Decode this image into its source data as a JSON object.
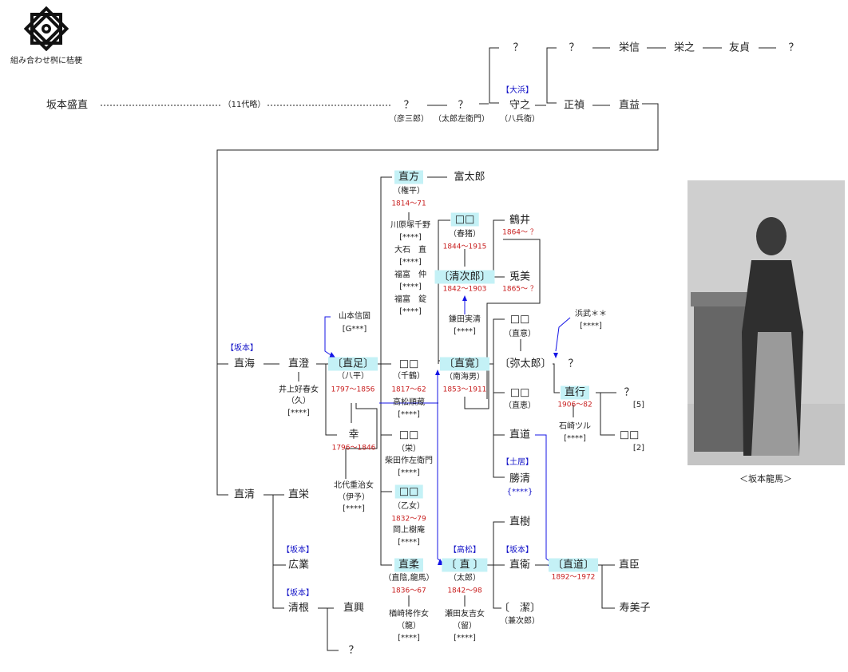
{
  "crest": {
    "label": "組み合わせ桝に桔梗"
  },
  "photo": {
    "caption": "＜坂本龍馬＞"
  },
  "nodes": {
    "morinao": "坂本盛直",
    "omit": "（11代略）",
    "q1": "？",
    "q1s": "（彦三郎）",
    "q2": "？",
    "q2s": "（太郎左衛門）",
    "ohama": "【大浜】",
    "moriyuki": "守之",
    "moriyukis": "（八兵衛）",
    "qt1": "？",
    "qt2": "？",
    "hidenobu": "栄信",
    "hideyuki": "栄之",
    "tomosada": "友貞",
    "qt3": "？",
    "masanori": "正禎",
    "naomasu": "直益",
    "sakamoto1": "【坂本】",
    "naomi": "直海",
    "naozumi": "直澄",
    "inoue": "井上好春女",
    "inoue2": "（久）",
    "inoue3": "[****]",
    "yamamoto": "山本信固",
    "yamamoto2": "[G***]",
    "naotari": "〔直足〕",
    "hachihei": "（八平）",
    "naotari_y": "1797〜1856",
    "kou": "幸",
    "kou_y": "1796〜1846",
    "kitadai": "北代重治女",
    "kitadai2": "（伊予）",
    "kitadai3": "[****]",
    "naokiyo": "直清",
    "naohide": "直栄",
    "sakamoto2": "【坂本】",
    "hirogyo": "広業",
    "sakamoto3": "【坂本】",
    "kiyone": "清根",
    "naooki": "直興",
    "q4": "？",
    "naokata": "直方",
    "naokata2": "（権平）",
    "naokata_y": "1814〜71",
    "tomitaro": "富太郎",
    "kawahara": "川原塚千野",
    "kawahara2": "[****]",
    "ooishi": "大石　直",
    "ooishi2": "[****]",
    "fukutomi1": "福富　仲",
    "fukutomi1b": "[****]",
    "fukutomi2": "福富　錠",
    "fukutomi2b": "[****]",
    "c1": "□□",
    "c1s": "（千鶴）",
    "c1_y": "1817〜62",
    "takamatsu": "高松順蔵",
    "takamatsu2": "[****]",
    "c2": "□□",
    "c2s": "（栄）",
    "shibata": "柴田作左衛門",
    "shibata2": "[****]",
    "c3": "□□",
    "c3s": "（乙女）",
    "c3_y": "1832〜79",
    "okanoue": "岡上樹庵",
    "okanoue2": "[****]",
    "naoyasu": "直柔",
    "ryoma": "（直陰,龍馬）",
    "ryoma_y": "1836〜67",
    "narasaki": "楢崎将作女",
    "narasaki2": "（龍）",
    "narasaki3": "[****]",
    "haruo": "□□",
    "haruo2": "（春猪）",
    "haruo_y": "1844〜1915",
    "seijiro": "〔清次郎〕",
    "seijiro_y": "1842〜1903",
    "kamata": "鎌田実清",
    "kamata2": "[****]",
    "tsurui": "鶴井",
    "tsurui_y": "1864〜 ？",
    "tomi": "兎美",
    "tomi_y": "1865〜 ？",
    "naohiro": "〔直寛〕",
    "nankai": "（南海男）",
    "naohiro_y": "1853〜1911",
    "takamatsu_fam": "【高松】",
    "nao": "〔 直 〕",
    "taro": "（太郎）",
    "nao_y": "1842〜98",
    "semata": "瀬田友吉女",
    "semata2": "（留）",
    "semata3": "[****]",
    "d1": "□□",
    "d1s": "（直意）",
    "hamatake": "浜武＊＊",
    "hamatake2": "[****]",
    "yataro": "〔弥太郎〕",
    "q5": "？",
    "d2": "□□",
    "d2s": "（直恵）",
    "naoyuki": "直行",
    "naoyuki_y": "1906〜82",
    "ishizaki": "石崎ツル",
    "ishizaki2": "[****]",
    "q6": "？",
    "q6b": "[5]",
    "d3": "□□",
    "d3b": "[2]",
    "naomichi": "直道",
    "doi": "【土居】",
    "katsukiyo": "勝清",
    "katsukiyo2": "{****}",
    "naoki": "直樹",
    "sakamoto4": "【坂本】",
    "naoe": "直衛",
    "kiyoshi": "〔　潔〕",
    "kenjiro": "（兼次郎）",
    "naomichi2": "〔直道〕",
    "naomichi2_y": "1892〜1972",
    "naoomi": "直臣",
    "sumiko": "寿美子"
  }
}
